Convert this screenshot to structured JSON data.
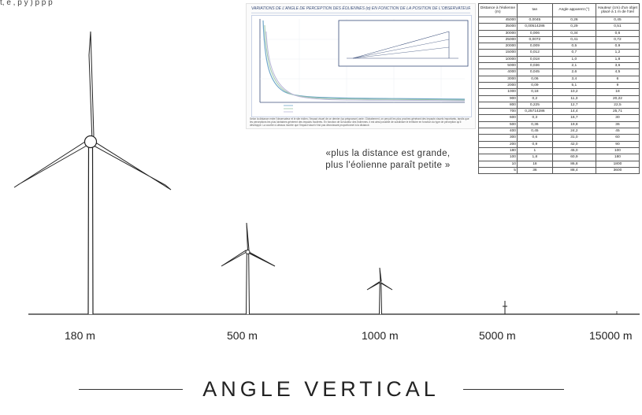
{
  "top_strip_text": "t, e , p y ) p p p",
  "poster": {
    "title": "VARIATIONS DE L'ANGLE DE PERCEPTION DES ÉOLIENNES (α) EN FONCTION DE LA POSITION DE L'OBSERVATEUR",
    "caption": "Selon la distance entre l'observateur et le site éolien, l'impact visuel de ce dernier (sa prégnance) varie. Globalement, on perçoit les plus proches générant des impacts visuels importants, tandis que les perceptions les plus lointaines génèrent des impacts modérés. En fonction de la hauteur des éoliennes, il est ainsi possible de subdiviser le territoire en fonction du type de perception qu'il développe. La courbe ci-dessus montre que l'impact visuel n'est pas décroissant proportionnel à la distance."
  },
  "quote": {
    "line1": "«plus la distance est grande,",
    "line2": "plus l'éolienne paraît petite »"
  },
  "table": {
    "headers": [
      "Distance à l'éolienne (m)",
      "tan",
      "Angle apparent (°)",
      "Hauteur (cm) d'un objet placé à 1 m de l'œil"
    ],
    "rows": [
      [
        "45000",
        "0,0045",
        "0,26",
        "0,45"
      ],
      [
        "35000",
        "0,00514286",
        "0,29",
        "0,51"
      ],
      [
        "30000",
        "0,006",
        "0,34",
        "0,6"
      ],
      [
        "25000",
        "0,0072",
        "0,41",
        "0,72"
      ],
      [
        "20000",
        "0,009",
        "0,5",
        "0,9"
      ],
      [
        "15000",
        "0,012",
        "0,7",
        "1,2"
      ],
      [
        "10000",
        "0,018",
        "1,0",
        "1,8"
      ],
      [
        "5000",
        "0,036",
        "2,1",
        "3,6"
      ],
      [
        "4000",
        "0,045",
        "2,6",
        "4,5"
      ],
      [
        "3000",
        "0,06",
        "3,4",
        "6"
      ],
      [
        "2000",
        "0,09",
        "5,1",
        "9"
      ],
      [
        "1000",
        "0,18",
        "10,2",
        "18"
      ],
      [
        "900",
        "0,2",
        "11,3",
        "20,22"
      ],
      [
        "800",
        "0,225",
        "12,7",
        "22,5"
      ],
      [
        "700",
        "0,25714286",
        "14,4",
        "25,71"
      ],
      [
        "600",
        "0,3",
        "16,7",
        "30"
      ],
      [
        "500",
        "0,36",
        "19,8",
        "36"
      ],
      [
        "400",
        "0,45",
        "24,2",
        "45"
      ],
      [
        "300",
        "0,6",
        "31,0",
        "60"
      ],
      [
        "200",
        "0,9",
        "42,0",
        "90"
      ],
      [
        "180",
        "1",
        "45,0",
        "100"
      ],
      [
        "100",
        "1,8",
        "60,9",
        "180"
      ],
      [
        "10",
        "18",
        "86,8",
        "1800"
      ],
      [
        "5",
        "36",
        "88,4",
        "3600"
      ]
    ]
  },
  "distances": [
    "180 m",
    "500 m",
    "1000 m",
    "5000 m",
    "15000 m"
  ],
  "angle_title": "ANGLE VERTICAL",
  "colors": {
    "ink": "#222222",
    "chart_line": "#6fa6c8",
    "chart_frame": "#3b4f7a"
  }
}
